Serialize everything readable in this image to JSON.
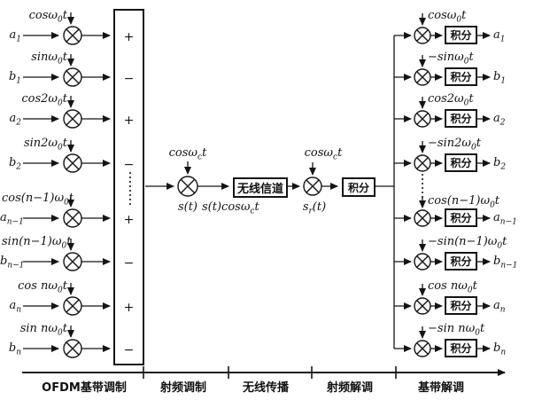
{
  "left": {
    "rows": [
      {
        "carrier_pre": "cosω",
        "carrier_sub": "0",
        "carrier_post": "t",
        "input_base": "a",
        "input_sub": "1",
        "sign": "+"
      },
      {
        "carrier_pre": "sinω",
        "carrier_sub": "0",
        "carrier_post": "t",
        "input_base": "b",
        "input_sub": "1",
        "sign": "−"
      },
      {
        "carrier_pre": "cos2ω",
        "carrier_sub": "0",
        "carrier_post": "t",
        "input_base": "a",
        "input_sub": "2",
        "sign": "+"
      },
      {
        "carrier_pre": "sin2ω",
        "carrier_sub": "0",
        "carrier_post": "t",
        "input_base": "b",
        "input_sub": "2",
        "sign": "−"
      },
      {
        "carrier_pre": "cos(n−1)ω",
        "carrier_sub": "0",
        "carrier_post": "t",
        "input_base": "a",
        "input_sub": "n−1",
        "sign": "+"
      },
      {
        "carrier_pre": "sin(n−1)ω",
        "carrier_sub": "0",
        "carrier_post": "t",
        "input_base": "b",
        "input_sub": "n−1",
        "sign": "−"
      },
      {
        "carrier_pre": "cos nω",
        "carrier_sub": "0",
        "carrier_post": "t",
        "input_base": "a",
        "input_sub": "n",
        "sign": "+"
      },
      {
        "carrier_pre": "sin nω",
        "carrier_sub": "0",
        "carrier_post": "t",
        "input_base": "b",
        "input_sub": "n",
        "sign": "−"
      }
    ]
  },
  "middle": {
    "mod_carrier_pre": "cosω",
    "mod_carrier_sub": "c",
    "mod_carrier_post": "t",
    "demod_carrier_pre": "cosω",
    "demod_carrier_sub": "c",
    "demod_carrier_post": "t",
    "s_label": "s(t)",
    "st_cos_pre": "s(t)cosω",
    "st_cos_sub": "c",
    "st_cos_post": "t",
    "sr_base": "s",
    "sr_sub": "r",
    "sr_post": "(t)",
    "channel_box": "无线信道",
    "integrator_box": "积分"
  },
  "right": {
    "rows": [
      {
        "carrier_pre": "cosω",
        "carrier_sub": "0",
        "carrier_post": "t",
        "integrator": "积分",
        "output_base": "a",
        "output_sub": "1"
      },
      {
        "carrier_pre": "−sinω",
        "carrier_sub": "0",
        "carrier_post": "t",
        "integrator": "积分",
        "output_base": "b",
        "output_sub": "1"
      },
      {
        "carrier_pre": "cos2ω",
        "carrier_sub": "0",
        "carrier_post": "t",
        "integrator": "积分",
        "output_base": "a",
        "output_sub": "2"
      },
      {
        "carrier_pre": "−sin2ω",
        "carrier_sub": "0",
        "carrier_post": "t",
        "integrator": "积分",
        "output_base": "b",
        "output_sub": "2"
      },
      {
        "carrier_pre": "cos(n−1)ω",
        "carrier_sub": "0",
        "carrier_post": "t",
        "integrator": "积分",
        "output_base": "a",
        "output_sub": "n−1"
      },
      {
        "carrier_pre": "−sin(n−1)ω",
        "carrier_sub": "0",
        "carrier_post": "t",
        "integrator": "积分",
        "output_base": "b",
        "output_sub": "n−1"
      },
      {
        "carrier_pre": "cos nω",
        "carrier_sub": "0",
        "carrier_post": "t",
        "integrator": "积分",
        "output_base": "a",
        "output_sub": "n"
      },
      {
        "carrier_pre": "−sin nω",
        "carrier_sub": "0",
        "carrier_post": "t",
        "integrator": "积分",
        "output_base": "b",
        "output_sub": "n"
      }
    ]
  },
  "stages": [
    "OFDM基带调制",
    "射频调制",
    "无线传播",
    "射频解调",
    "基带解调"
  ],
  "colors": {
    "line": "#141414",
    "background": "#ffffff"
  }
}
